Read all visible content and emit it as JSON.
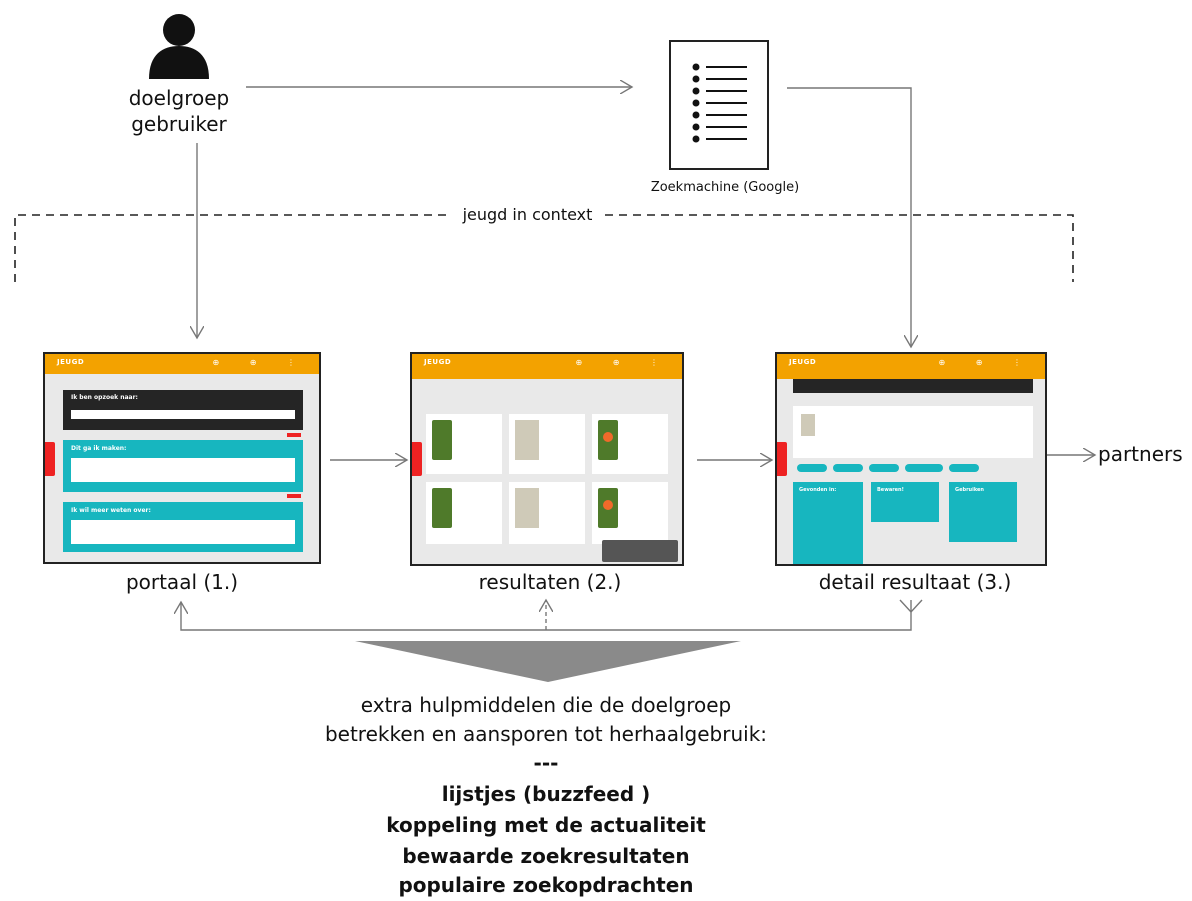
{
  "actor": {
    "icon": "user-silhouette-icon",
    "line1": "doelgroep",
    "line2": "gebruiker"
  },
  "search_engine": {
    "icon": "document-list-icon",
    "label": "Zoekmachine (Google)"
  },
  "context": {
    "label": "jeugd in context"
  },
  "screens": {
    "portaal": {
      "label": "portaal (1.)",
      "logo": "JEUGD",
      "search_title": "Ik ben opzoek naar:",
      "section1_title": "Dit ga ik maken:",
      "section2_title": "Ik wil meer weten over:"
    },
    "resultaten": {
      "label": "resultaten (2.)",
      "logo": "JEUGD"
    },
    "detail": {
      "label": "detail resultaat (3.)",
      "logo": "JEUGD",
      "box1": "Gevonden in:",
      "box2": "Bewaren!",
      "box3": "Gebruiken"
    }
  },
  "partners": {
    "label": "partners"
  },
  "bottom": {
    "intro_line1": "extra hulpmiddelen die de doelgroep",
    "intro_line2": "betrekken en aansporen tot herhaalgebruik:",
    "separator": "---",
    "items": [
      "lijstjes (buzzfeed )",
      "koppeling met de actualiteit",
      "bewaarde zoekresultaten",
      "populaire zoekopdrachten"
    ]
  },
  "colors": {
    "header_orange": "#f3a200",
    "teal": "#17b6bf",
    "feedback_red": "#e22222",
    "arrow_gray": "#888888",
    "funnel_gray": "#8a8a8a"
  }
}
